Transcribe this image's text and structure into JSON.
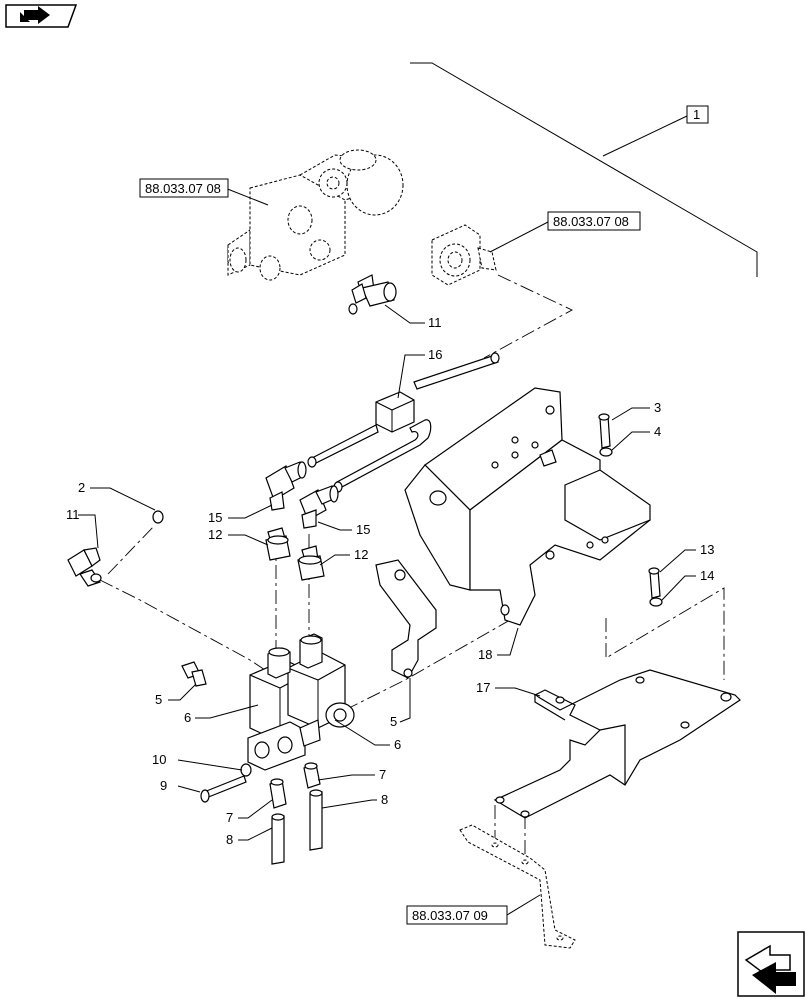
{
  "nav": {
    "top_icon": "back-arrow-icon",
    "bottom_icon": "next-arrow-icon"
  },
  "callouts": {
    "c1": "1",
    "c2": "2",
    "c3": "3",
    "c4": "4",
    "c5a": "5",
    "c5b": "5",
    "c6a": "6",
    "c6b": "6",
    "c7a": "7",
    "c7b": "7",
    "c8a": "8",
    "c8b": "8",
    "c9": "9",
    "c10": "10",
    "c11a": "11",
    "c11b": "11",
    "c12a": "12",
    "c12b": "12",
    "c13": "13",
    "c14": "14",
    "c15a": "15",
    "c15b": "15",
    "c16": "16",
    "c17": "17",
    "c18": "18"
  },
  "references": {
    "ref_a": "88.033.07 08",
    "ref_b": "88.033.07 08",
    "ref_c": "88.033.07 09"
  }
}
